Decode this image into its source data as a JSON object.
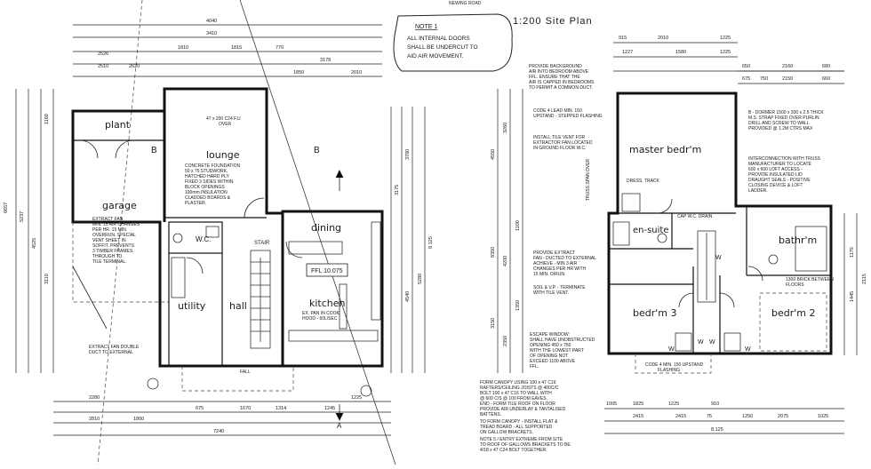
{
  "header": {
    "road_label": "NEWING ROAD",
    "title": "1:200  Site Plan",
    "note_box": {
      "heading": "NOTE 1",
      "lines": [
        "ALL INTERNAL DOORS",
        "SHALL BE UNDERCUT TO",
        "AID AIR MOVEMENT."
      ]
    }
  },
  "ground_floor": {
    "rooms": {
      "plant": "plant",
      "garage": "garage",
      "lounge": "lounge",
      "wc": "W.C.",
      "utility": "utility",
      "hall": "hall",
      "dining": "dining",
      "kitchen": "kitchen",
      "ffl": "FFL 10.075"
    },
    "notes": {
      "garage_extract": [
        "EXTRACT FAN",
        "MIN. 15 AIR CHANGES",
        "PER HR. 15 MIN.",
        "OVERRUN. SPECIAL",
        "VENT SHEET IN",
        "SOFFIT. PREVENTS",
        "3 TIMBER FRAMES.",
        "THROUGH TO",
        "TILE TERMINAL."
      ],
      "lounge_lintel": [
        "47 x 200 C24 F.U",
        "OVER"
      ],
      "lounge_construction": [
        "CONCRETE FOUNDATION",
        "50 x 75 STUDWORK,",
        "HATCHED HARD PLY",
        "FIXED 3 SIDES WITHIN",
        "BLOCK OPENINGS",
        "100mm INSULATION",
        "CLADDED BOARDS &",
        "PLASTER."
      ],
      "kitchen_window": [
        "EX. PAN IN COOK",
        "HOOD - 60L/SEC"
      ],
      "extract_duct": [
        "EXTRACT FAN DOUBLE",
        "DUCT TO EXTERNAL"
      ],
      "stair_label": "STAIR",
      "fall_label": "FALL"
    },
    "markers": [
      "B",
      "B",
      "A",
      "A"
    ],
    "dims_top": [
      "4040",
      "3410",
      "1810",
      "1815",
      "770",
      "3178",
      "1850",
      "2010",
      "2526",
      "2510",
      "2620"
    ],
    "dims_left": [
      "6657",
      "5237",
      "4525",
      "3110",
      "1160"
    ],
    "dims_right": [
      "3175",
      "3780",
      "4540",
      "5280",
      "8.125"
    ],
    "dims_bottom": [
      "2280",
      "2810",
      "1800",
      "675",
      "1670",
      "1314",
      "1245",
      "1225",
      "7240"
    ]
  },
  "first_floor": {
    "rooms": {
      "master": "master bedr'm",
      "ensuite": "en-suite",
      "bathrm": "bathr'm",
      "bedrm3": "bedr'm 3",
      "bedrm2": "bedr'm 2"
    },
    "notes": {
      "top_left": [
        "PROVIDE BACKGROUND",
        "AIR INTO BEDROOM ABOVE",
        "FFL. ENSURE THAT THE",
        "AIR IS CAPPED IN BEDROOMS",
        "TO PERMIT A COMMON DUCT."
      ],
      "lead_flashing": [
        "CODE 4 LEAD MIN. 150",
        "UPSTAND - STEPPED FLASHING"
      ],
      "tile_vent": [
        "INSTALL TILE VENT FOR",
        "EXTRACTOR FAN LOCATED",
        "IN GROUND FLOOR W.C."
      ],
      "dormer_right": [
        "B - DORMER 1500 x 300 x 2.5 THICK",
        "M.S. STRAP FIXED OVER PURLIN",
        "DRILL AND SCREW TO WALL",
        "PROVIDED @ 1.2M CTRS MAX"
      ],
      "loft_access": [
        "INTERCONNECTION WITH TRUSS",
        "MANUFACTURER TO LOCATE",
        "600 x 600 LOFT ACCESS -",
        "PROVIDE INSULATED LID",
        "DRAUGHT SEALS - POSITIVE",
        "CLOSING DEVICE & LOFT",
        "LADDER."
      ],
      "extract": [
        "PROVIDE EXTRACT",
        "FAN - DUCTED TO EXTERNAL",
        "ACHIEVE - MIN 3 AIR",
        "CHANGES PER HR WITH",
        "15 MIN. O/RUN."
      ],
      "soil_vent": [
        "SOIL & V.P. - TERMINATE",
        "WITH TILE VENT."
      ],
      "escape_window": [
        "ESCAPE WINDOW:",
        "SHALL HAVE UNOBSTRUCTED",
        "OPENING 450 x 750",
        "WITH THE LOWEST PART",
        "OF OPENING NOT",
        "EXCEED 1100 ABOVE",
        "FFL."
      ],
      "canopy": [
        "FORM CANOPY USING 100 x 47 C16",
        "RAFTERS/CEILING JOISTS @ 400C/C",
        "BOLT 100 x 47 C16 TO WALL WITH",
        "@ 600 C/S @ 100 FROM EAVES.",
        "END - FORM TILE ROOF ON FLOOR",
        "PROVIDE AIR UNDERLAY & TANTALISED",
        "BATTENS.",
        "TO FORM CANOPY - INSTALL FLAT &",
        "TREAD BOARD - ALL SUPPORTED",
        "ON GALLOW BRACKETS.",
        "NOTE 5 / ENTRY EXTREME FROM SITE",
        "TO ROOF OF GALLOWS BRACKETS TO BE",
        "4/18 x 47 C24 BOLT TOGETHER."
      ],
      "noise_wall": [
        "1300 BRICK BETWEEN",
        "FLOORS"
      ],
      "lead_bottom": [
        "CODE 4 MIN. 150 UPSTAND",
        "FLASHING"
      ],
      "truss_span": "TRUSS SPAN OVER",
      "ensuite_cap": "CAP W.C. DRAIN",
      "dressing": "DRESS. TRACK"
    },
    "dims_top": [
      "915",
      "2010",
      "1225",
      "1227",
      "1580",
      "1225",
      "650",
      "2160",
      "680",
      "675",
      "750",
      "2150",
      "660"
    ],
    "dims_left": [
      "4550",
      "3260",
      "1100",
      "8350",
      "4200",
      "3150",
      "2350",
      "1350"
    ],
    "dims_right": [
      "1175",
      "1445",
      "2115"
    ],
    "dims_bottom": [
      "1005",
      "1825",
      "1225",
      "910",
      "2415",
      "2415",
      "75",
      "1250",
      "2075",
      "1025",
      "8.125"
    ]
  },
  "room_markers": [
    "W",
    "W",
    "W",
    "W",
    "W"
  ]
}
